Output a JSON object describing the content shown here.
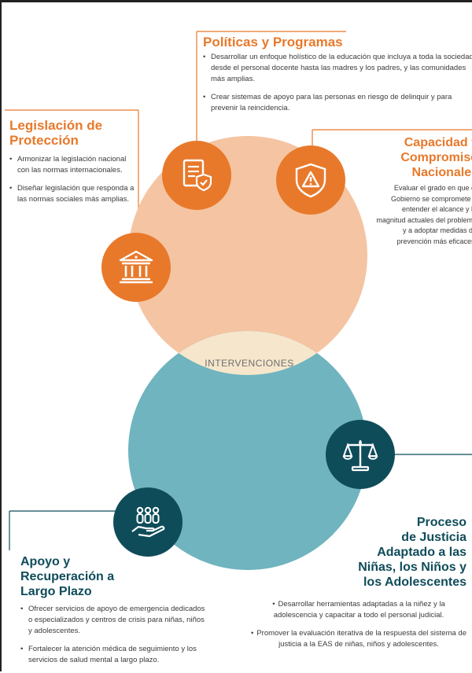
{
  "diagram": {
    "center_label": "INTERVENCIONES",
    "colors": {
      "orange": "#e8792b",
      "peach": "#f5c4a2",
      "teal": "#6fb4be",
      "dark_teal": "#0f4c5a",
      "overlap": "#f6e7cc"
    }
  },
  "politicas": {
    "title": "Políticas y Programas",
    "icon": "document-shield-icon",
    "items": [
      "Desarrollar un enfoque holístico de la educación que incluya a toda la sociedad desde el personal docente hasta las madres y los padres, y las comunidades más amplias.",
      "Crear sistemas de apoyo para las personas en riesgo de delinquir y para prevenir la reincidencia."
    ]
  },
  "legislacion": {
    "title": "Legislación de Protección",
    "icon": "courthouse-icon",
    "items": [
      "Armonizar la legislación nacional con las normas internacionales.",
      "Diseñar legislación que responda a las normas sociales más amplias."
    ]
  },
  "capacidad": {
    "title": "Capacidad y\nCompromiso\nNacionales",
    "icon": "warning-shield-icon",
    "description": "Evaluar el grado en que el Gobierno se compromete a entender el alcance y la magnitud actuales del problema y a adoptar medidas de prevención más eficaces."
  },
  "apoyo": {
    "title": "Apoyo y\nRecuperación a\nLargo Plazo",
    "icon": "people-hand-icon",
    "items": [
      "Ofrecer servicios de apoyo de emergencia dedicados o especializados y centros de crisis para niñas, niños y adolescentes.",
      "Fortalecer la atención médica de seguimiento y los servicios de salud mental a largo plazo."
    ]
  },
  "justicia": {
    "title": "Proceso\nde Justicia\nAdaptado a las\nNiñas, los Niños y\nlos Adolescentes",
    "icon": "scales-icon",
    "items": [
      "Desarrollar herramientas adaptadas a la niñez y la adolescencia y capacitar a todo el personal judicial.",
      "Promover la evaluación iterativa de la respuesta del sistema de justicia a la EAS de niñas, niños y adolescentes."
    ]
  }
}
